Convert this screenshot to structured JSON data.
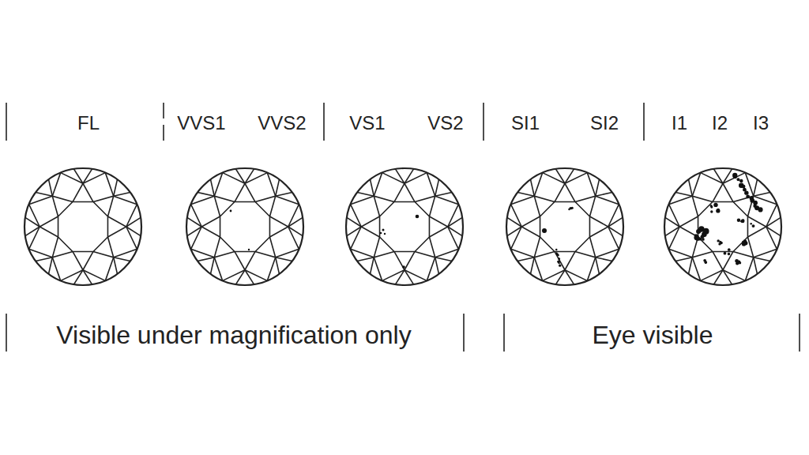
{
  "diagram": {
    "labels": [
      "FL",
      "VVS1",
      "VVS2",
      "VS1",
      "VS2",
      "SI1",
      "SI2",
      "I1",
      "I2",
      "I3",
      "Visible under magnification only",
      "Eye visible"
    ]
  }
}
